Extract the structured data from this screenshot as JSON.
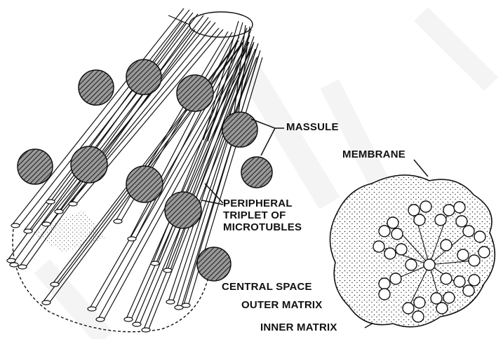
{
  "labels": {
    "massule": "MASSULE",
    "membrane": "MEMBRANE",
    "peripheral_line1": "PERIPHERAL",
    "peripheral_line2": "TRIPLET OF",
    "peripheral_line3": "MICROTUBLES",
    "central_space": "CENTRAL SPACE",
    "outer_matrix": "OUTER MATRIX",
    "inner_matrix": "INNER MATRIX"
  },
  "colors": {
    "ink": "#111111",
    "background": "#ffffff",
    "watermark": "#d8d8d8"
  }
}
